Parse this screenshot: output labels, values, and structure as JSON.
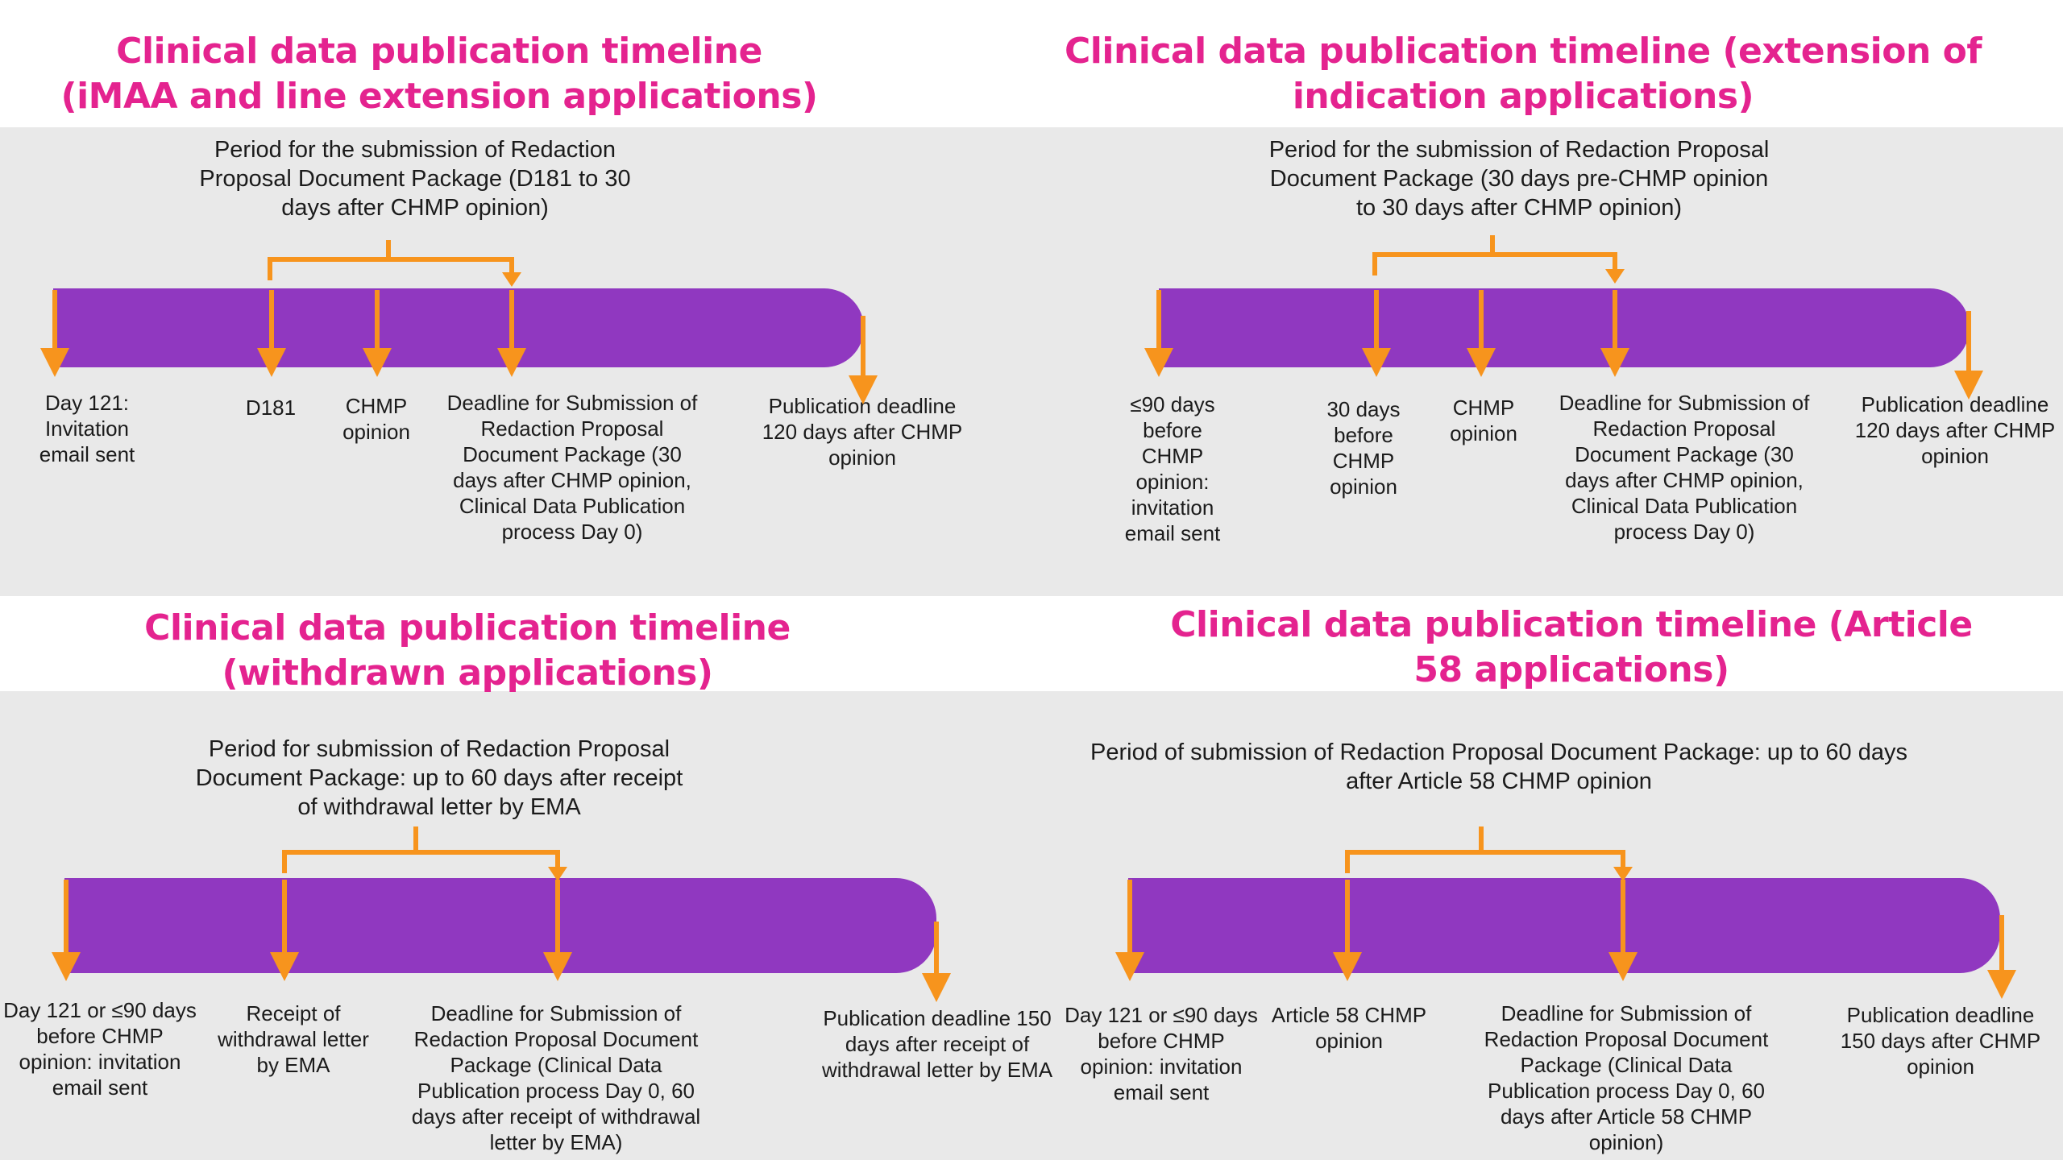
{
  "accent_colors": {
    "title": "#e4238f",
    "bar": "#9038c0",
    "arrow": "#f7941d",
    "band": "#e9e9e9"
  },
  "panels": [
    {
      "title": "Clinical data publication timeline (iMAA and line extension applications)",
      "period": "Period for the submission of Redaction Proposal Document Package (D181 to 30 days after CHMP opinion)",
      "labels": [
        "Day 121: Invitation email sent",
        "D181",
        "CHMP opinion",
        "Deadline for Submission of Redaction Proposal Document Package (30 days after CHMP opinion, Clinical Data Publication process Day 0)",
        "Publication deadline 120 days after CHMP opinion"
      ]
    },
    {
      "title": "Clinical data publication timeline (extension of indication applications)",
      "period": "Period for the submission of Redaction Proposal Document Package (30 days pre-CHMP opinion to 30 days after CHMP opinion)",
      "labels": [
        "≤90 days before CHMP opinion: invitation email sent",
        "30 days before CHMP opinion",
        "CHMP opinion",
        "Deadline for Submission of Redaction Proposal Document Package (30 days after CHMP opinion, Clinical Data Publication process Day 0)",
        "Publication deadline 120 days after CHMP opinion"
      ]
    },
    {
      "title": "Clinical data publication timeline (withdrawn applications)",
      "period": "Period for submission of Redaction Proposal Document Package: up to 60 days after receipt of withdrawal letter by EMA",
      "labels": [
        "Day 121 or ≤90 days before CHMP opinion: invitation email sent",
        "Receipt of withdrawal letter by EMA",
        "Deadline for Submission of Redaction Proposal Document Package (Clinical Data Publication process Day 0, 60 days after receipt of withdrawal letter by EMA)",
        "Publication deadline 150 days after receipt of withdrawal letter by EMA"
      ]
    },
    {
      "title": "Clinical data publication timeline (Article 58 applications)",
      "period": "Period of submission of Redaction Proposal Document Package: up to 60 days after Article 58 CHMP opinion",
      "labels": [
        "Day 121 or ≤90 days before CHMP opinion: invitation email sent",
        "Article 58 CHMP opinion",
        "Deadline for Submission of Redaction Proposal Document Package (Clinical Data Publication process Day 0, 60 days after Article 58 CHMP opinion)",
        "Publication deadline 150 days after CHMP opinion"
      ]
    }
  ]
}
